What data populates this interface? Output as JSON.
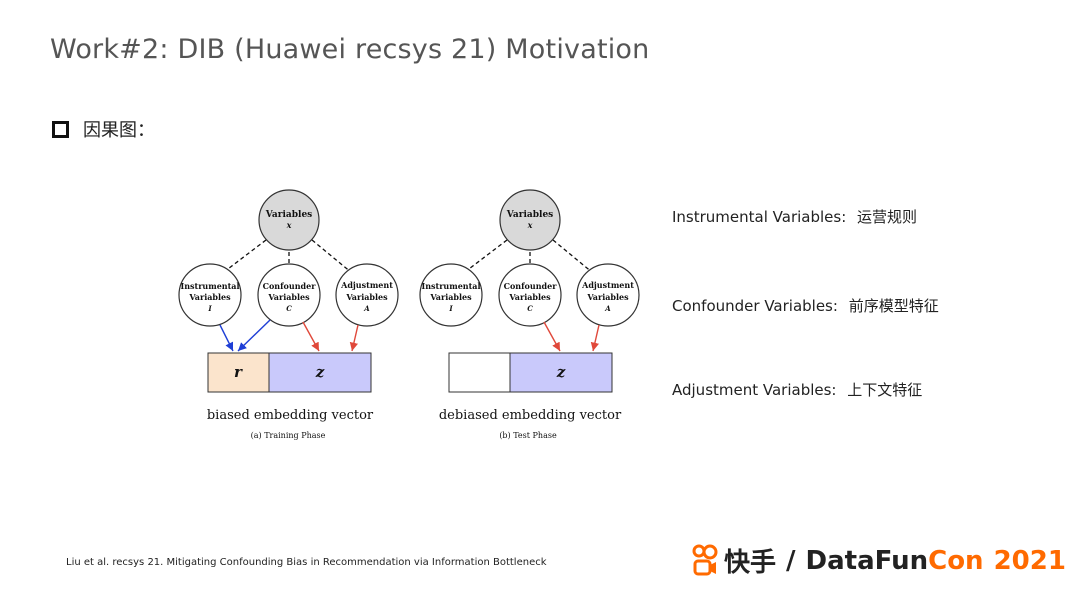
{
  "slide": {
    "title": "Work#2: DIB (Huawei recsys 21) Motivation",
    "bullet": "因果图："
  },
  "colors": {
    "node_fill_top": "#d9d9d9",
    "r_fill": "#fbe4cc",
    "z_fill": "#c9c9fb",
    "blue_edge": "#1f3fd6",
    "red_edge": "#e0483a",
    "accent_orange": "#ff6a00"
  },
  "diagram": {
    "top_node": "Variables",
    "top_symbol": "x",
    "instrumental_line1": "Instrumental",
    "instrumental_line2": "Variables",
    "instrumental_symbol": "I",
    "confounder_line1": "Confounder",
    "confounder_line2": "Variables",
    "confounder_symbol": "C",
    "adjustment_line1": "Adjustment",
    "adjustment_line2": "Variables",
    "adjustment_symbol": "A",
    "r_label": "r",
    "z_label": "z",
    "left_caption": "biased embedding vector",
    "left_subcaption": "(a) Training Phase",
    "right_caption": "debiased embedding vector",
    "right_subcaption": "(b) Test Phase"
  },
  "legend": {
    "instrumental": "Instrumental Variables:",
    "instrumental_cn": "运营规则",
    "confounder": "Confounder Variables:",
    "confounder_cn": "前序模型特征",
    "adjustment": "Adjustment Variables:",
    "adjustment_cn": "上下文特征"
  },
  "footnote": "Liu et al. recsys 21. Mitigating Confounding Bias in Recommendation via Information Bottleneck",
  "brand": {
    "cn": "快手",
    "slash": "/",
    "data": "DataFun",
    "con": "Con",
    "year": "2021",
    "logo_icon": "kuaishou-logo-icon"
  }
}
